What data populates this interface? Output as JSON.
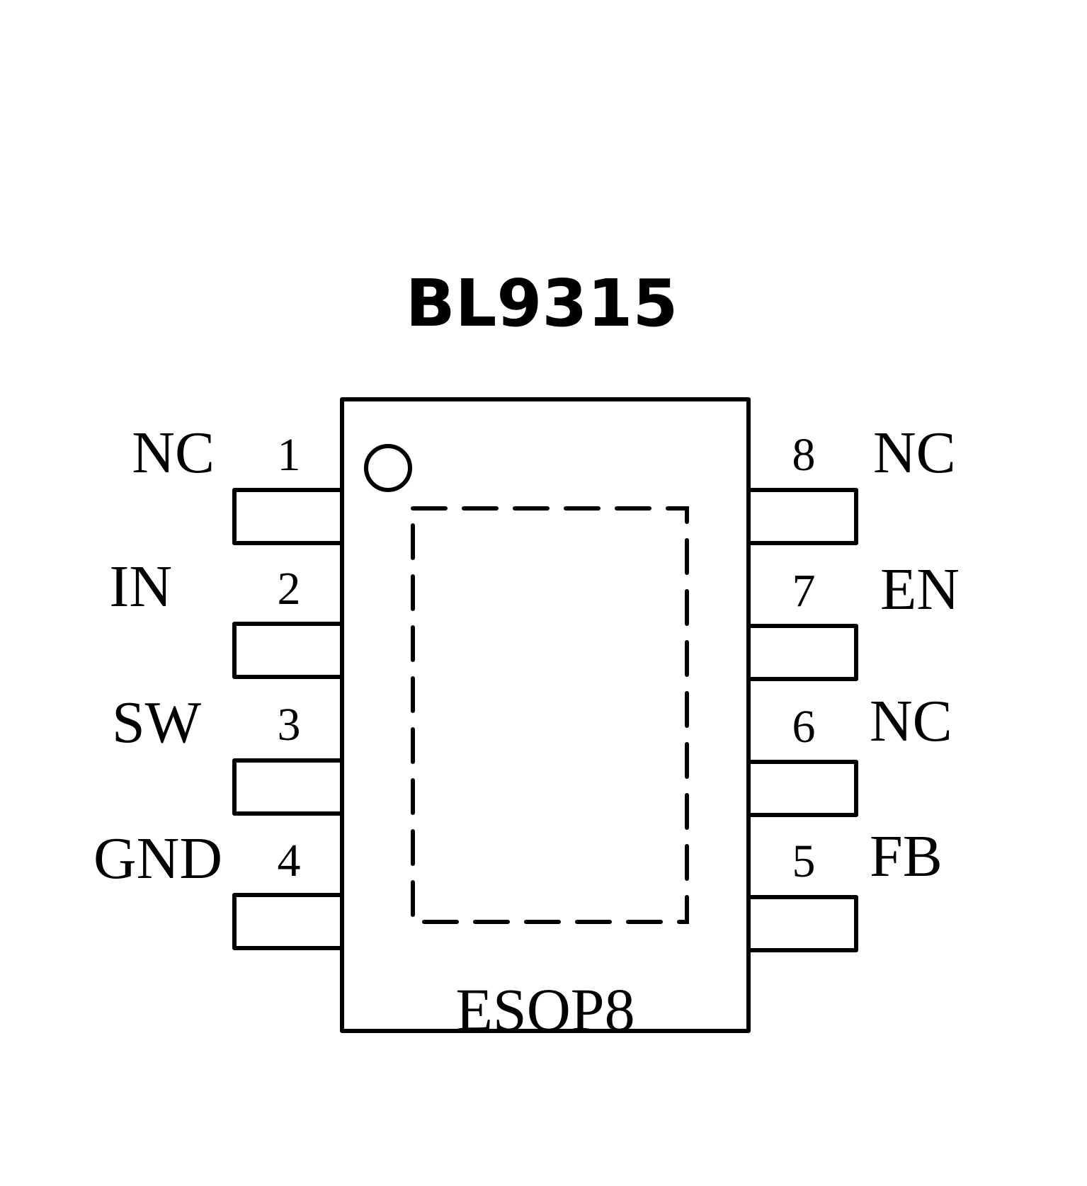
{
  "title": "BL9315",
  "package": "ESOP8",
  "pins_left": [
    {
      "number": "1",
      "name": "NC"
    },
    {
      "number": "2",
      "name": "IN"
    },
    {
      "number": "3",
      "name": "SW"
    },
    {
      "number": "4",
      "name": "GND"
    }
  ],
  "pins_right": [
    {
      "number": "8",
      "name": "NC"
    },
    {
      "number": "7",
      "name": "EN"
    },
    {
      "number": "6",
      "name": "NC"
    },
    {
      "number": "5",
      "name": "FB"
    }
  ],
  "features": {
    "pin1_marker": "circle",
    "exposed_pad": "dashed-rectangle"
  }
}
